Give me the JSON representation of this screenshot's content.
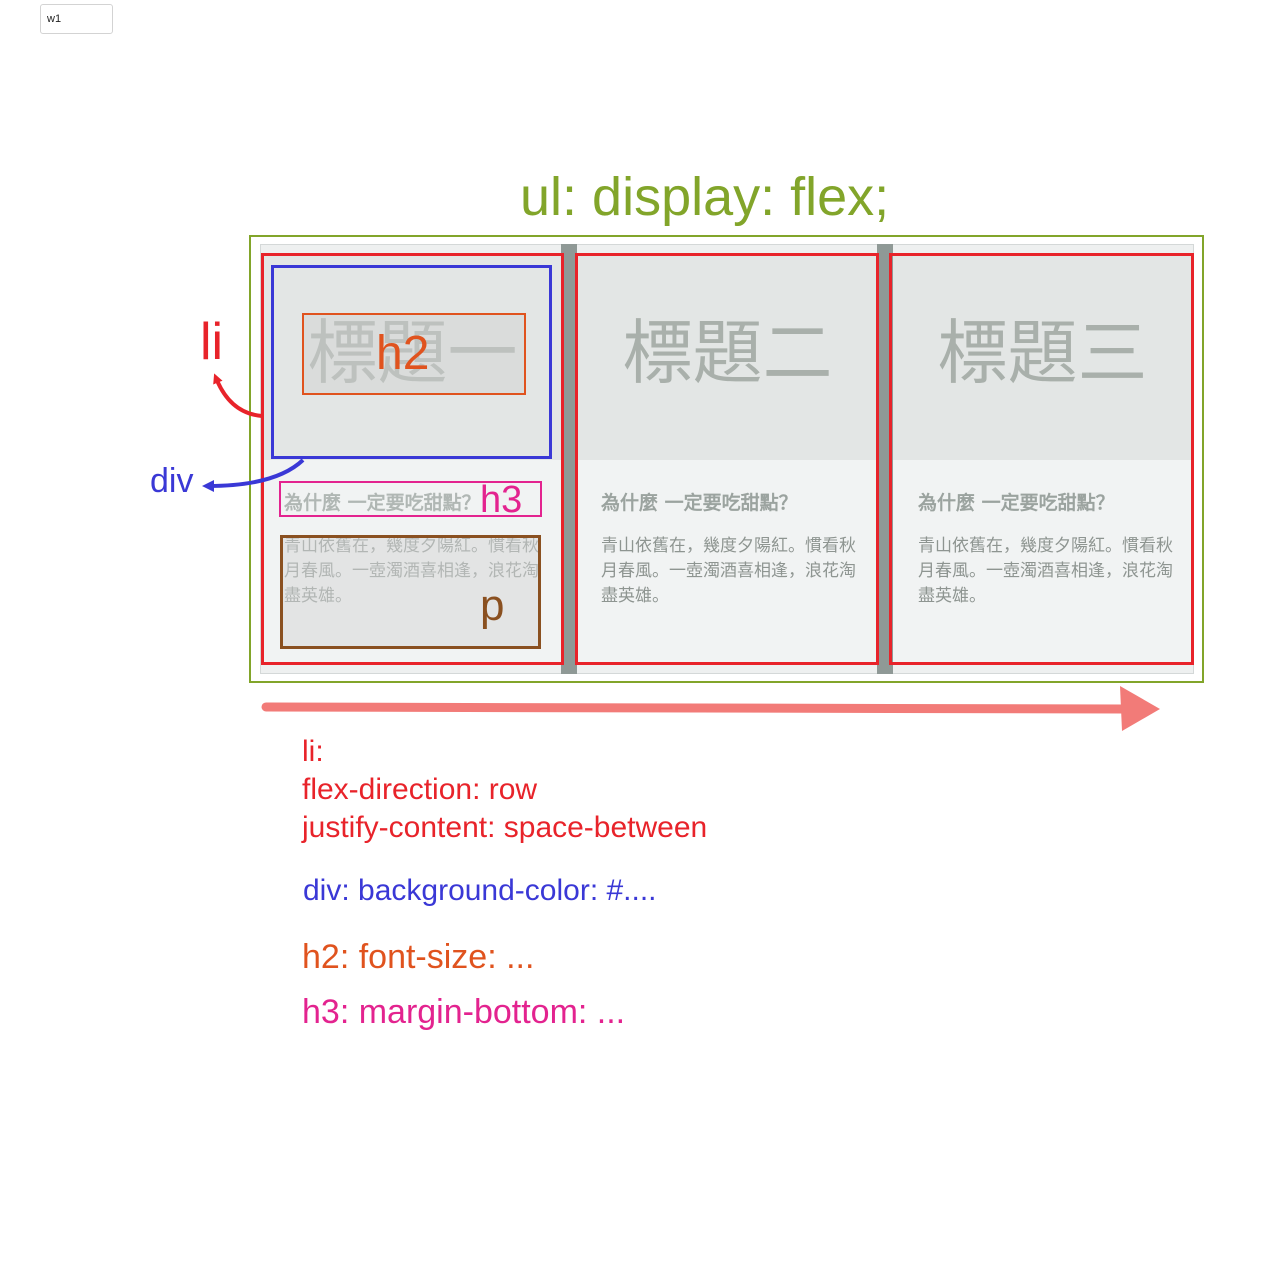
{
  "frame_tag": "w1",
  "colors": {
    "ul": "#82a52a",
    "li": "#e8232a",
    "div": "#3a38d6",
    "h2": "#e0531e",
    "h3": "#e3238f",
    "p": "#8a5020",
    "flow_arrow": "#f27b78"
  },
  "labels": {
    "ul": "ul: display: flex;",
    "li": "li",
    "div": "div",
    "h2": "h2",
    "h3": "h3",
    "p": "p"
  },
  "cards": [
    {
      "title": "標題一",
      "subtitle": "為什麼 一定要吃甜點？",
      "body": "青山依舊在，幾度夕陽紅。慣看秋月春風。一壺濁酒喜相逢，浪花淘盡英雄。"
    },
    {
      "title": "標題二",
      "subtitle": "為什麼 一定要吃甜點？",
      "body": "青山依舊在，幾度夕陽紅。慣看秋月春風。一壺濁酒喜相逢，浪花淘盡英雄。"
    },
    {
      "title": "標題三",
      "subtitle": "為什麼 一定要吃甜點？",
      "body": "青山依舊在，幾度夕陽紅。慣看秋月春風。一壺濁酒喜相逢，浪花淘盡英雄。"
    }
  ],
  "notes": {
    "li_lines": [
      "li:",
      "flex-direction: row",
      "justify-content: space-between"
    ],
    "div": "div: background-color: #....",
    "h2": "h2: font-size: ...",
    "h3": "h3: margin-bottom: ..."
  }
}
